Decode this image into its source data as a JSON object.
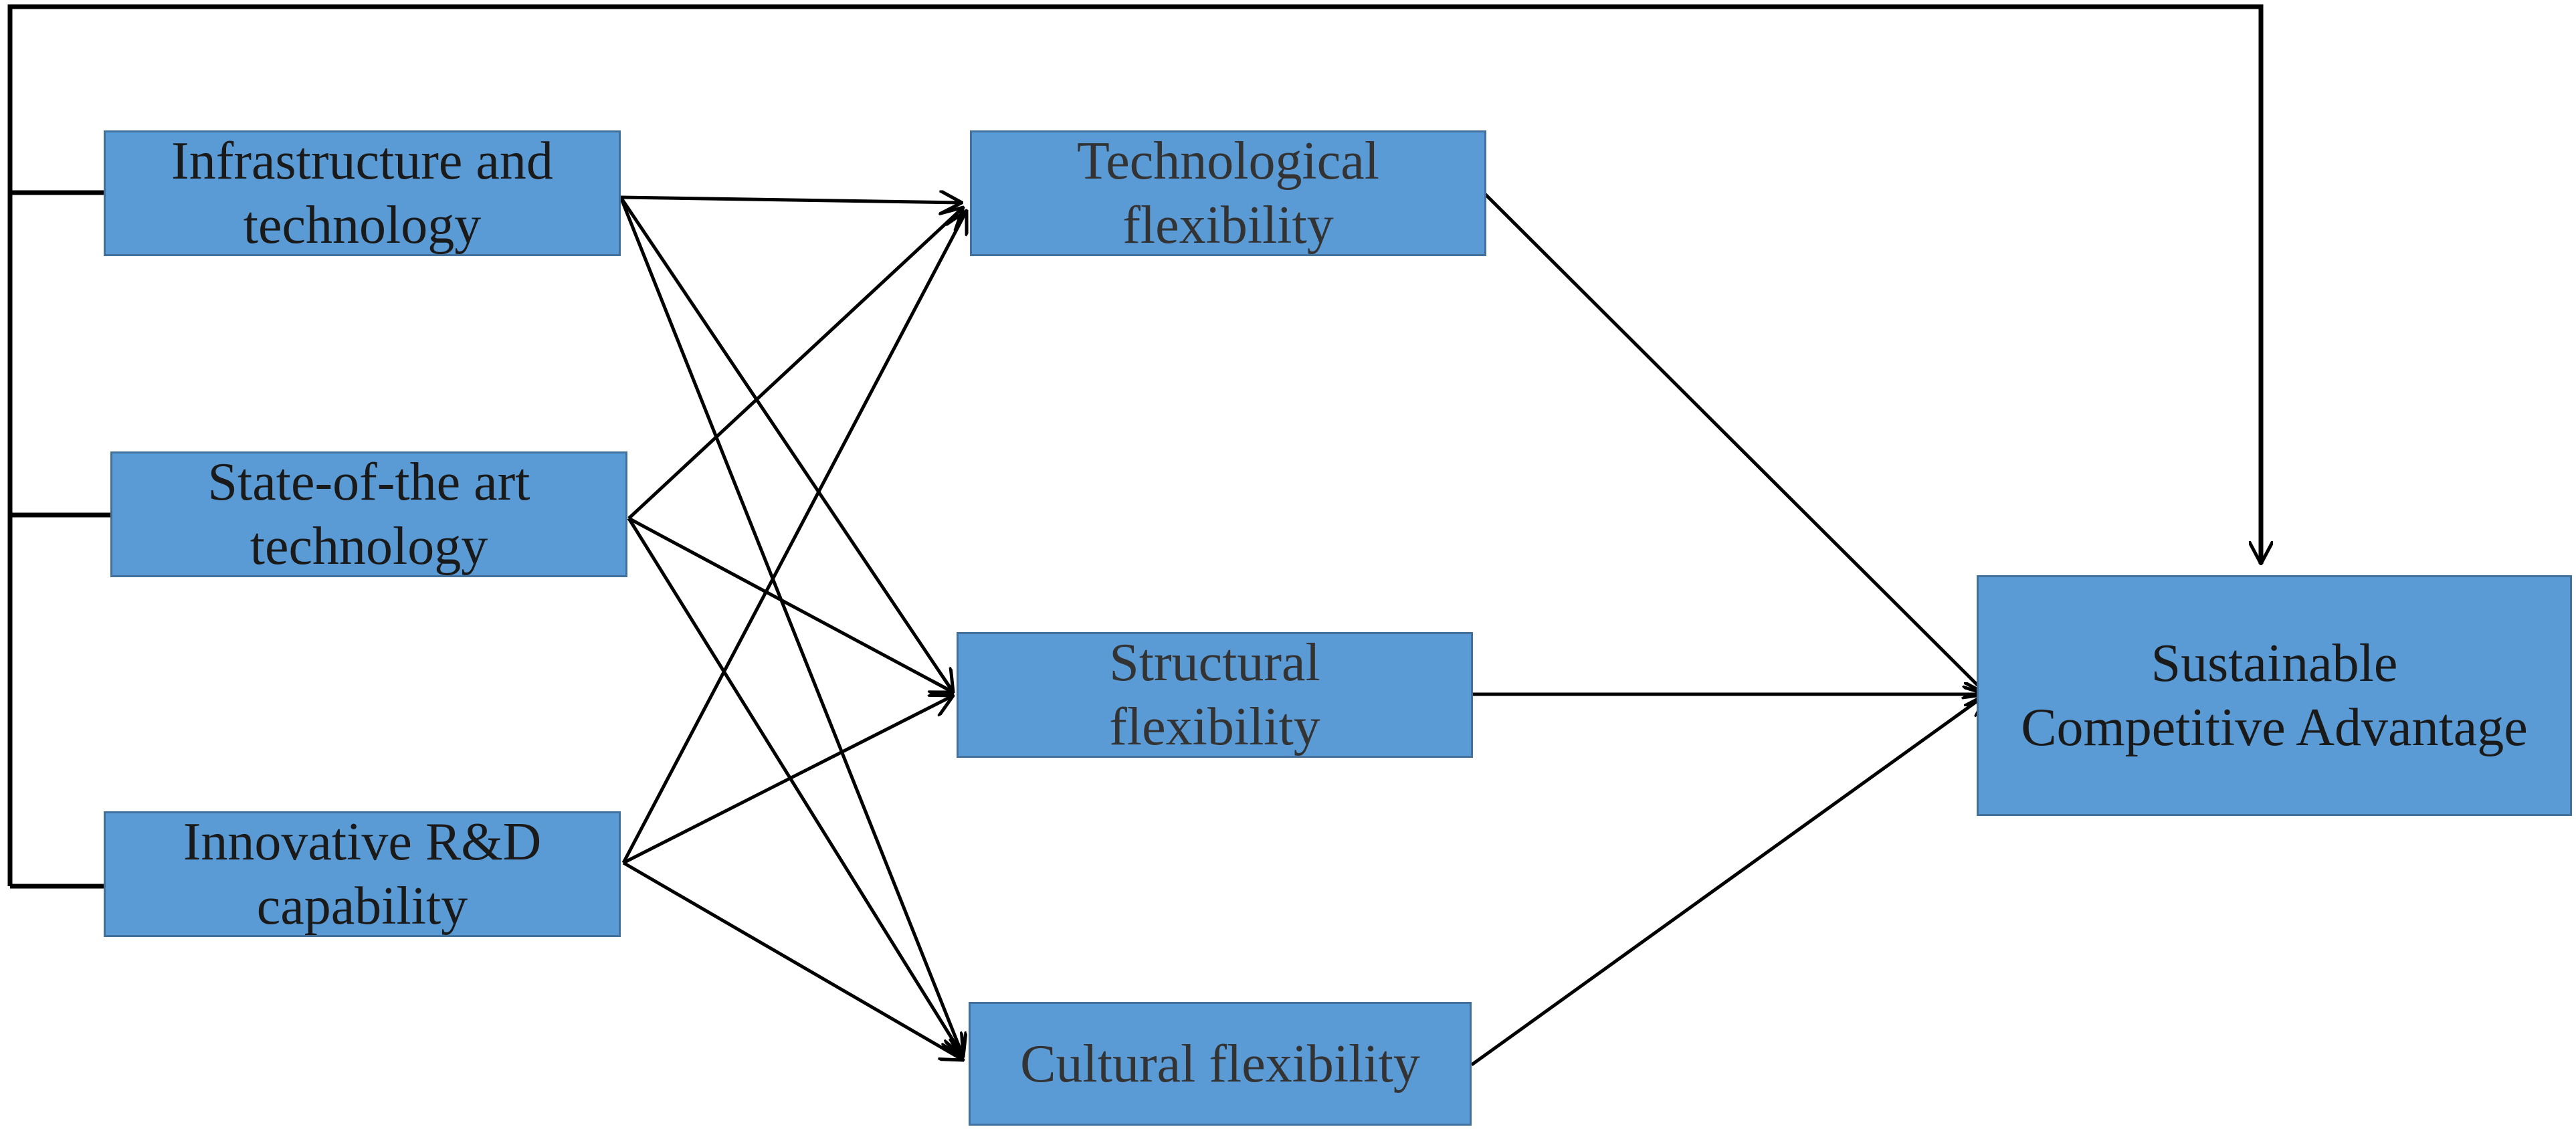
{
  "diagram": {
    "nodes": {
      "infrastructure": {
        "line1": "Infrastructure and",
        "line2": "technology"
      },
      "state_of_art": {
        "line1": "State-of-the art",
        "line2": "technology"
      },
      "innovative_rd": {
        "line1": "Innovative R&D",
        "line2": "capability"
      },
      "technological_flex": {
        "line1": "Technological",
        "line2": "flexibility"
      },
      "structural_flex": {
        "line1": "Structural",
        "line2": "flexibility"
      },
      "cultural_flex": {
        "line1": "Cultural flexibility"
      },
      "sca": {
        "line1": "Sustainable",
        "line2": "Competitive Advantage"
      }
    },
    "edges": [
      {
        "from": "infrastructure",
        "to": "technological_flex"
      },
      {
        "from": "infrastructure",
        "to": "structural_flex"
      },
      {
        "from": "infrastructure",
        "to": "cultural_flex"
      },
      {
        "from": "state_of_art",
        "to": "technological_flex"
      },
      {
        "from": "state_of_art",
        "to": "structural_flex"
      },
      {
        "from": "state_of_art",
        "to": "cultural_flex"
      },
      {
        "from": "innovative_rd",
        "to": "technological_flex"
      },
      {
        "from": "innovative_rd",
        "to": "structural_flex"
      },
      {
        "from": "innovative_rd",
        "to": "cultural_flex"
      },
      {
        "from": "technological_flex",
        "to": "sca"
      },
      {
        "from": "structural_flex",
        "to": "sca"
      },
      {
        "from": "cultural_flex",
        "to": "sca"
      },
      {
        "from": "infrastructure",
        "to": "sca",
        "route": "bracket-top"
      },
      {
        "from": "state_of_art",
        "to": "sca",
        "route": "bracket-top"
      },
      {
        "from": "innovative_rd",
        "to": "sca",
        "route": "bracket-top"
      }
    ],
    "colors": {
      "box_fill": "#5b9bd5",
      "box_border": "#41719c",
      "line": "#000000"
    }
  }
}
